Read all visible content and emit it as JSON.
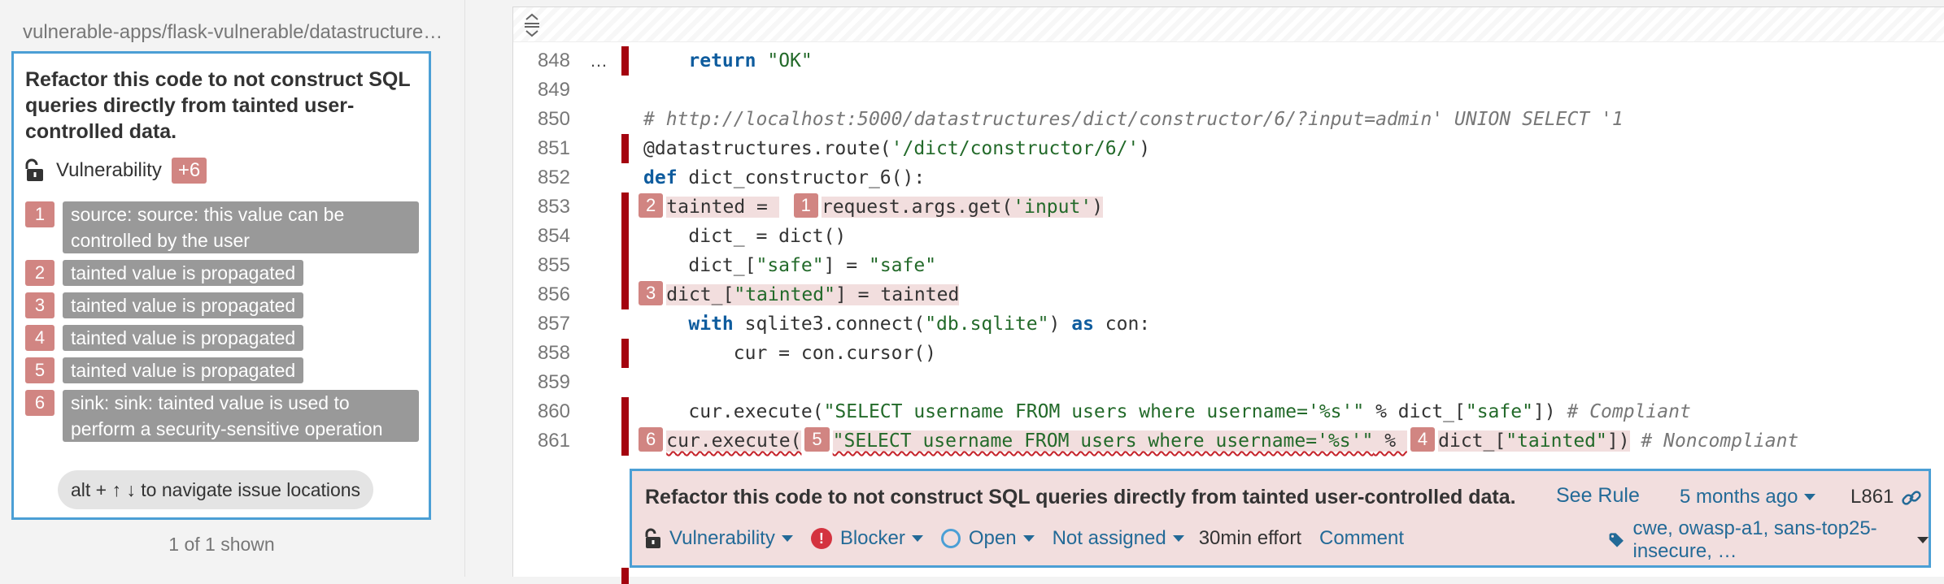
{
  "sidebar": {
    "file_path": "vulnerable-apps/flask-vulnerable/datastructures/dict.py",
    "issue_title": "Refactor this code to not construct SQL queries directly from tainted user-controlled data.",
    "issue_type": "Vulnerability",
    "extra_count": "+6",
    "locations": [
      {
        "num": "1",
        "text": "source: source: this value can be controlled by the user"
      },
      {
        "num": "2",
        "text": "tainted value is propagated"
      },
      {
        "num": "3",
        "text": "tainted value is propagated"
      },
      {
        "num": "4",
        "text": "tainted value is propagated"
      },
      {
        "num": "5",
        "text": "tainted value is propagated"
      },
      {
        "num": "6",
        "text": "sink: sink: tainted value is used to perform a security-sensitive operation"
      }
    ],
    "nav_hint": "alt + ↑ ↓ to navigate issue locations",
    "shown_count": "1 of 1 shown"
  },
  "code": {
    "lines": {
      "848": {
        "num": "848",
        "dots": "…",
        "return": "return",
        "ok": "\"OK\""
      },
      "849": {
        "num": "849"
      },
      "850": {
        "num": "850",
        "comment": "# http://localhost:5000/datastructures/dict/constructor/6/?input=admin' UNION SELECT '1"
      },
      "851": {
        "num": "851",
        "dec": "@datastructures.route(",
        "route": "'/dict/constructor/6/'",
        "close": ")"
      },
      "852": {
        "num": "852",
        "def": "def",
        "rest": " dict_constructor_6():"
      },
      "853": {
        "num": "853",
        "mk_a": "2",
        "a": "tainted = ",
        "mk_b": "1",
        "b": "request.args.get(",
        "s": "'input'",
        "c": ")"
      },
      "854": {
        "num": "854",
        "text": "dict_ = dict()"
      },
      "855": {
        "num": "855",
        "a": "dict_[",
        "s1": "\"safe\"",
        "b": "] = ",
        "s2": "\"safe\""
      },
      "856": {
        "num": "856",
        "mk": "3",
        "a": "dict_[",
        "s": "\"tainted\"",
        "b": "] = tainted"
      },
      "857": {
        "num": "857",
        "with": "with",
        "a": " sqlite3.connect(",
        "s": "\"db.sqlite\"",
        "b": ") ",
        "as": "as",
        "c": " con:"
      },
      "858": {
        "num": "858",
        "text": "cur = con.cursor()"
      },
      "859": {
        "num": "859"
      },
      "860": {
        "num": "860",
        "a": "cur.execute(",
        "s": "\"SELECT username FROM users where username='%s'\"",
        "b": " % dict_[",
        "s2": "\"safe\"",
        "c": "]) ",
        "cmt": "# Compliant"
      },
      "861": {
        "num": "861",
        "mk6": "6",
        "a": "cur.execute(",
        "mk5": "5",
        "s": "\"SELECT username FROM users where username='%s'\"",
        "b": " % ",
        "mk4": "4",
        "c": "dict_[",
        "s2": "\"tainted\"",
        "d": "])",
        "cmt": " # Noncompliant"
      }
    }
  },
  "issue_box": {
    "title": "Refactor this code to not construct SQL queries directly from tainted user-controlled data.",
    "see_rule": "See Rule",
    "age": "5 months ago",
    "line": "L861",
    "type": "Vulnerability",
    "severity": "Blocker",
    "status": "Open",
    "assignee": "Not assigned",
    "effort": "30min effort",
    "comment": "Comment",
    "tags": "cwe, owasp-a1, sans-top25-insecure, …"
  },
  "colors": {
    "accent_blue": "#4b9fd5",
    "issue_marker": "#a4030f",
    "location_badge": "#d18582",
    "highlight_bg": "#f2dede"
  }
}
